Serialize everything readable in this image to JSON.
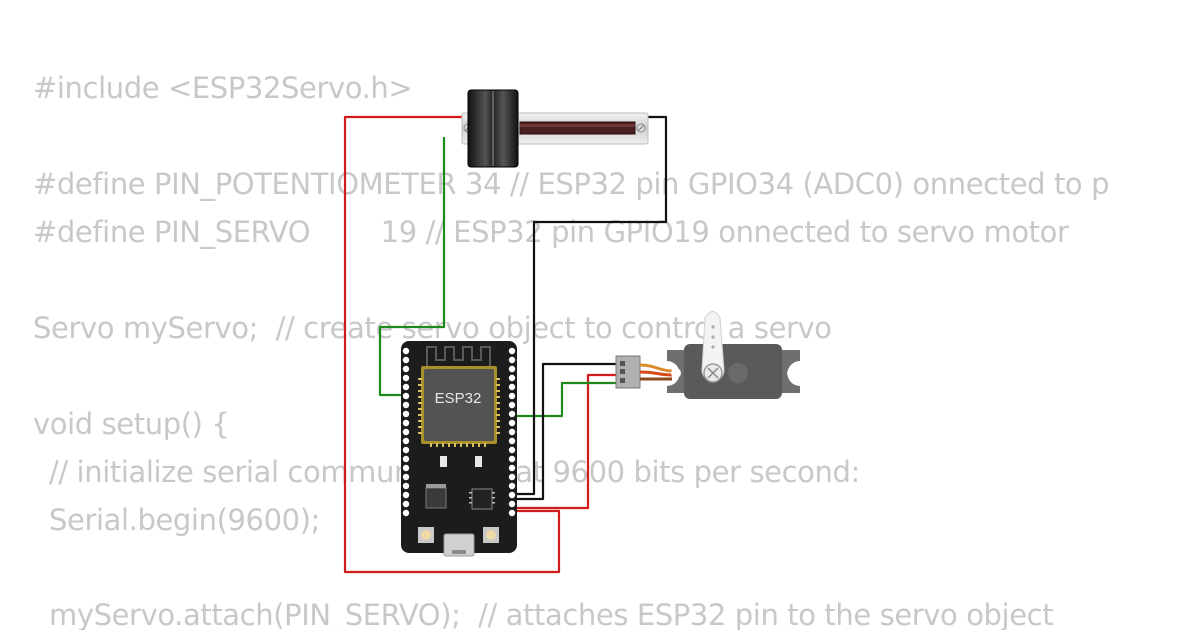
{
  "code": {
    "line_include": "#include <ESP32Servo.h>",
    "line_define_pot": "#define PIN_POTENTIOMETER 34 // ESP32 pin GPIO34 (ADC0) onnected to p",
    "line_define_servo": "#define PIN_SERVO        19 // ESP32 pin GPIO19 onnected to servo motor",
    "line_servo_obj": "Servo myServo;  // create servo object to control a servo",
    "line_setup": "void setup() {",
    "line_comment_serial": "// initialize serial communication at 9600 bits per second:",
    "line_serial_begin": "Serial.begin(9600);",
    "line_attach": "myServo.attach(PIN_SERVO);  // attaches ESP32 pin to the servo object"
  },
  "board": {
    "chip_label": "ESP32"
  },
  "colors": {
    "wire_red": "#d21a1a",
    "wire_green": "#1e8a1e",
    "wire_black": "#111111",
    "board": "#1c1c1c",
    "code_text": "#c8c8c8"
  },
  "icons": {
    "potentiometer": "slide-potentiometer-icon",
    "servo": "servo-motor-icon",
    "board": "esp32-devkit-icon"
  }
}
